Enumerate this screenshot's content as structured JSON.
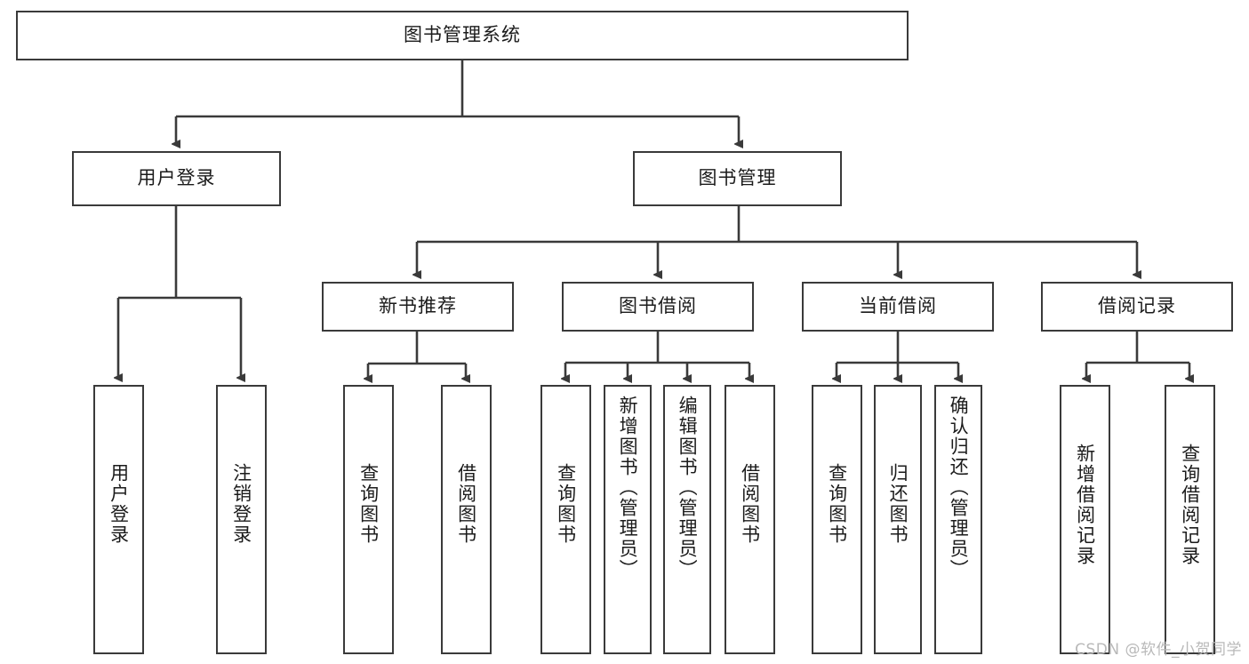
{
  "diagram": {
    "type": "tree-hierarchy",
    "title": "图书管理系统",
    "root": {
      "label": "图书管理系统"
    },
    "level2": [
      {
        "label": "用户登录"
      },
      {
        "label": "图书管理"
      }
    ],
    "level3": [
      {
        "label": "新书推荐"
      },
      {
        "label": "图书借阅"
      },
      {
        "label": "当前借阅"
      },
      {
        "label": "借阅记录"
      }
    ],
    "leaves": {
      "user_login": [
        {
          "label": "用户登录"
        },
        {
          "label": "注销登录"
        }
      ],
      "new_book_recommend": [
        {
          "label": "查询图书"
        },
        {
          "label": "借阅图书"
        }
      ],
      "book_borrow": [
        {
          "label": "查询图书"
        },
        {
          "label": "新增图书（管理员）"
        },
        {
          "label": "编辑图书（管理员）"
        },
        {
          "label": "借阅图书"
        }
      ],
      "current_borrow": [
        {
          "label": "查询图书"
        },
        {
          "label": "归还图书"
        },
        {
          "label": "确认归还（管理员）"
        }
      ],
      "borrow_record": [
        {
          "label": "新增借阅记录"
        },
        {
          "label": "查询借阅记录"
        }
      ]
    }
  },
  "watermark": {
    "text": "CSDN @软件_小贺同学"
  },
  "colors": {
    "stroke": "#3a3a3a",
    "fill": "#ffffff",
    "text": "#1b1b1b",
    "watermark": "#b9b9b9"
  }
}
